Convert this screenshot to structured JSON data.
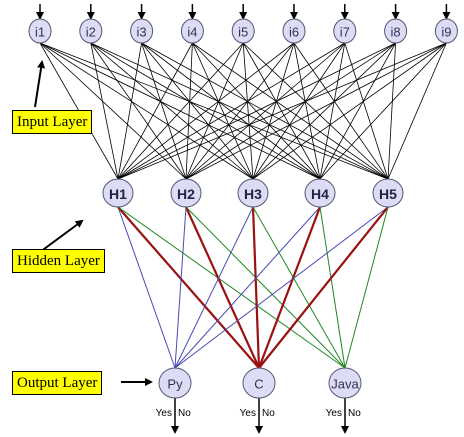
{
  "labels": {
    "input_layer": "Input Layer",
    "hidden_layer": "Hidden Layer",
    "output_layer": "Output Layer"
  },
  "nodes": {
    "inputs": [
      "i1",
      "i2",
      "i3",
      "i4",
      "i5",
      "i6",
      "i7",
      "i8",
      "i9"
    ],
    "hidden": [
      "H1",
      "H2",
      "H3",
      "H4",
      "H5"
    ],
    "outputs": [
      "Py",
      "C",
      "Java"
    ]
  },
  "output_decisions": {
    "yes": "Yes",
    "no": "No"
  },
  "connections": {
    "input_to_hidden": "all",
    "hidden_to_output": [
      {
        "from": 0,
        "to": 0,
        "color": "#4a4ab0"
      },
      {
        "from": 0,
        "to": 1,
        "color": "#991111"
      },
      {
        "from": 0,
        "to": 2,
        "color": "#228822"
      },
      {
        "from": 1,
        "to": 0,
        "color": "#4a4ab0"
      },
      {
        "from": 1,
        "to": 1,
        "color": "#991111"
      },
      {
        "from": 1,
        "to": 2,
        "color": "#228822"
      },
      {
        "from": 2,
        "to": 0,
        "color": "#4a4ab0"
      },
      {
        "from": 2,
        "to": 1,
        "color": "#991111"
      },
      {
        "from": 2,
        "to": 2,
        "color": "#228822"
      },
      {
        "from": 3,
        "to": 0,
        "color": "#4a4ab0"
      },
      {
        "from": 3,
        "to": 1,
        "color": "#991111"
      },
      {
        "from": 3,
        "to": 2,
        "color": "#228822"
      },
      {
        "from": 4,
        "to": 0,
        "color": "#4a4ab0"
      },
      {
        "from": 4,
        "to": 1,
        "color": "#991111"
      },
      {
        "from": 4,
        "to": 2,
        "color": "#228822"
      }
    ]
  },
  "colors": {
    "label_bg": "#ffff00",
    "node_fill": "#dcdcf4",
    "input_edge": "#000000"
  }
}
